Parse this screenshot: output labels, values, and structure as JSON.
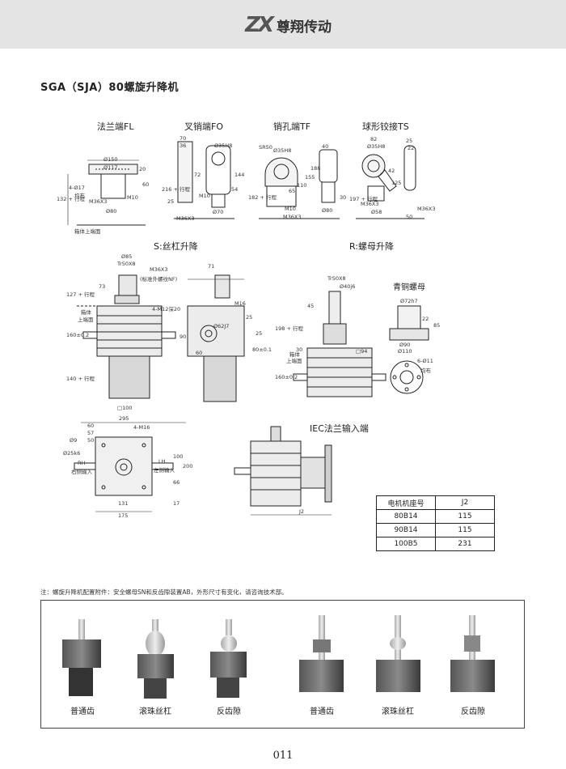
{
  "header": {
    "logo_mark": "ZX",
    "brand": "尊翔传动"
  },
  "page_title": "SGA（SJA）80螺旋升降机",
  "section_labels": {
    "fl": "法兰端FL",
    "fo": "叉销端FO",
    "tf": "销孔端TF",
    "ts": "球形铰接TS",
    "s": "S:丝杠升降",
    "r": "R:螺母升降",
    "nut": "青铜螺母",
    "iec": "IEC法兰输入端"
  },
  "dims": {
    "fl": [
      "Ø150",
      "Ø117",
      "4-Ø17",
      "均布",
      "M36X3",
      "Ø80",
      "M10",
      "20",
      "60",
      "132 + 行程",
      "箱体上端面"
    ],
    "fo": [
      "70",
      "36",
      "Ø35H8",
      "72",
      "25",
      "216 + 行程",
      "M10",
      "54",
      "144",
      "Ø70",
      "M36X3"
    ],
    "tf": [
      "Ø35H8",
      "SR50",
      "65",
      "110",
      "155",
      "188",
      "182 + 行程",
      "M10",
      "M36X3",
      "40",
      "30",
      "Ø80"
    ],
    "ts": [
      "82",
      "Ø35H8",
      "42",
      "125",
      "197 + 行程",
      "M36X3",
      "Ø58",
      "25",
      "22",
      "50",
      "M36X3"
    ],
    "s": [
      "Ø85",
      "Tr50X8",
      "M36X3",
      "(标准外螺纹NF)",
      "73",
      "127 + 行程",
      "箱体",
      "上端面",
      "4-M12深20",
      "160±0.2",
      "140 + 行程",
      "□100",
      "71",
      "M16",
      "Ø62J7",
      "60",
      "25",
      "90",
      "80±0.1",
      "25"
    ],
    "r": [
      "Tr50X8",
      "Ø40j6",
      "45",
      "198 + 行程",
      "30",
      "□94",
      "箱体",
      "上端面",
      "160±0.2"
    ],
    "nut": [
      "Ø72h7",
      "22",
      "85",
      "Ø90",
      "Ø110",
      "6-Ø11",
      "均布"
    ],
    "bottom": [
      "295",
      "60",
      "57",
      "50",
      "4-M16",
      "Ø9",
      "Ø25k6",
      "RH",
      "右侧输入",
      "LH",
      "左侧输入",
      "100",
      "200",
      "66",
      "17",
      "131",
      "175"
    ],
    "iec": [
      "J2"
    ]
  },
  "motor_table": {
    "headers": [
      "电机机座号",
      "J2"
    ],
    "rows": [
      [
        "80B14",
        "115"
      ],
      [
        "90B14",
        "115"
      ],
      [
        "100B5",
        "231"
      ]
    ]
  },
  "note": "注：螺旋升降机配置附件：安全螺母SN和反齿隙装置AB，外形尺寸有变化，请咨询技术部。",
  "photos": [
    "普通齿",
    "滚珠丝杠",
    "反齿隙",
    "普通齿",
    "滚珠丝杠",
    "反齿隙"
  ],
  "page_number": "011"
}
